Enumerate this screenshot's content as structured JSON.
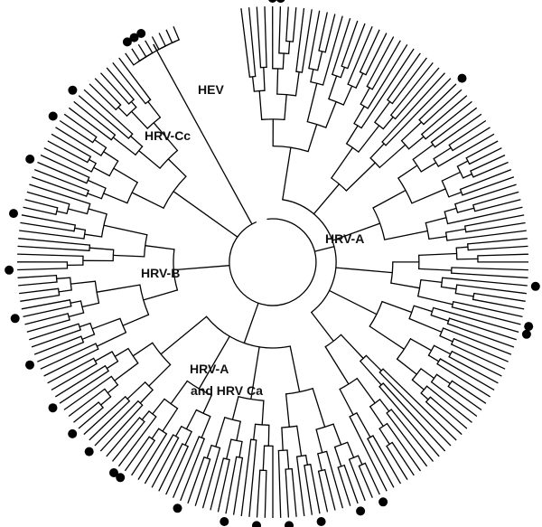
{
  "figure": {
    "tip_count": 196,
    "clade_labels": {
      "hev": "HEV",
      "hrv_cc": "HRV-Cc",
      "hrv_a": "HRV-A",
      "hrv_b": "HRV-B",
      "hrv_a_and_c_line1": "HRV-A",
      "hrv_a_and_c_line2": "and HRV Ca"
    },
    "marked_sequence_count": 28,
    "colors": {
      "line": "#000000",
      "marker": "#000000",
      "background": "#ffffff"
    }
  }
}
